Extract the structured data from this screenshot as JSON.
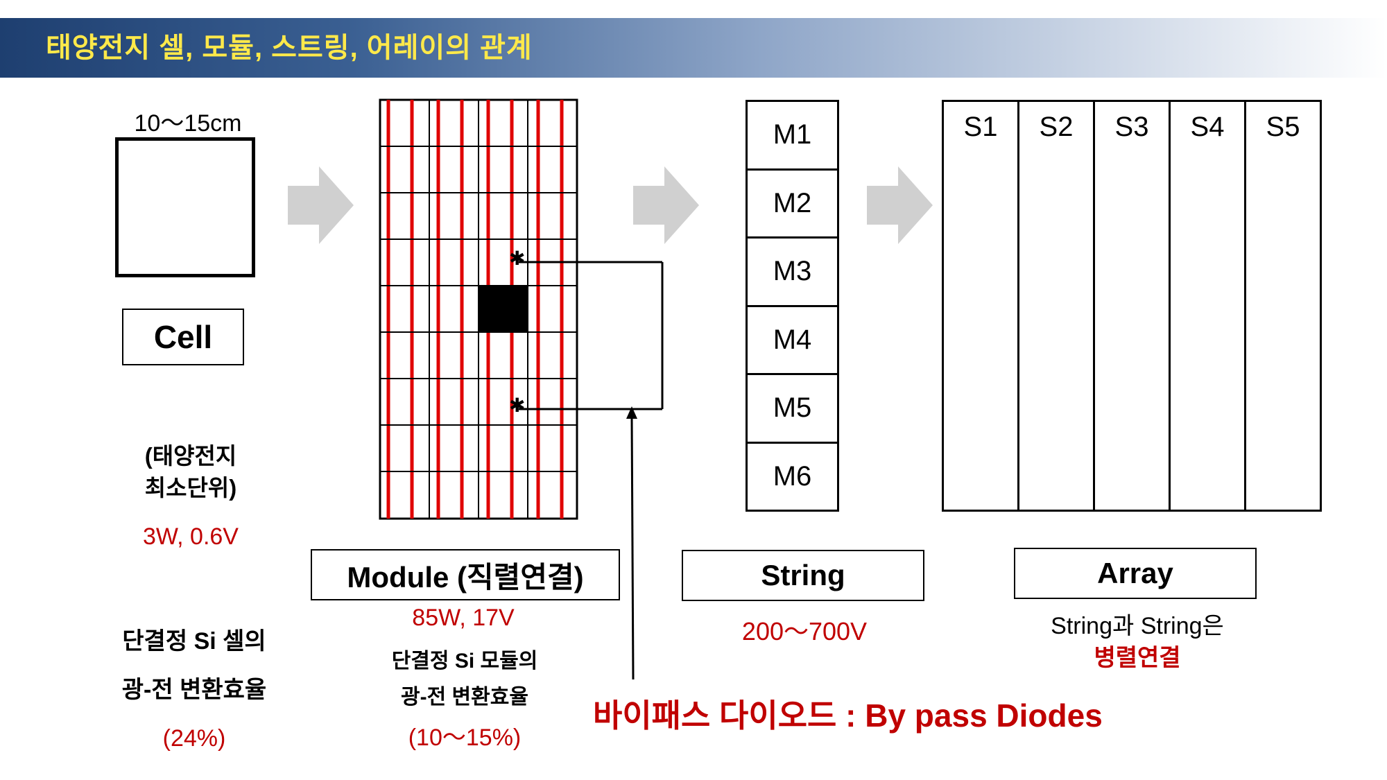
{
  "title": "태양전지 셀, 모듈, 스트링, 어레이의 관계",
  "cell": {
    "dimension": "10～15cm",
    "label": "Cell",
    "desc_line1": "(태양전지",
    "desc_line2": "최소단위)",
    "spec": "3W, 0.6V",
    "eff_line1": "단결정 Si 셀의",
    "eff_line2": "광-전 변환효율",
    "eff_value": "(24%)"
  },
  "module": {
    "label": "Module (직렬연결)",
    "spec": "85W, 17V",
    "eff_line1": "단결정 Si 모듈의",
    "eff_line2": "광-전 변환효율",
    "eff_value": "(10～15%)",
    "diode_marker_top": "✱",
    "diode_marker_bottom": "✱"
  },
  "string": {
    "modules": [
      "M1",
      "M2",
      "M3",
      "M4",
      "M5",
      "M6"
    ],
    "label": "String",
    "voltage": "200～700V"
  },
  "array": {
    "strings": [
      "S1",
      "S2",
      "S3",
      "S4",
      "S5"
    ],
    "label": "Array",
    "note_line1": "String과 String은",
    "note_line2": "병렬연결"
  },
  "bypass_caption": "바이패스 다이오드 : By pass Diodes",
  "colors": {
    "banner_start": "#1e3f70",
    "title_text": "#ffe94a",
    "accent_red": "#c00000",
    "module_stripe": "#e00000",
    "arrow_gray": "#d0d0d0"
  }
}
